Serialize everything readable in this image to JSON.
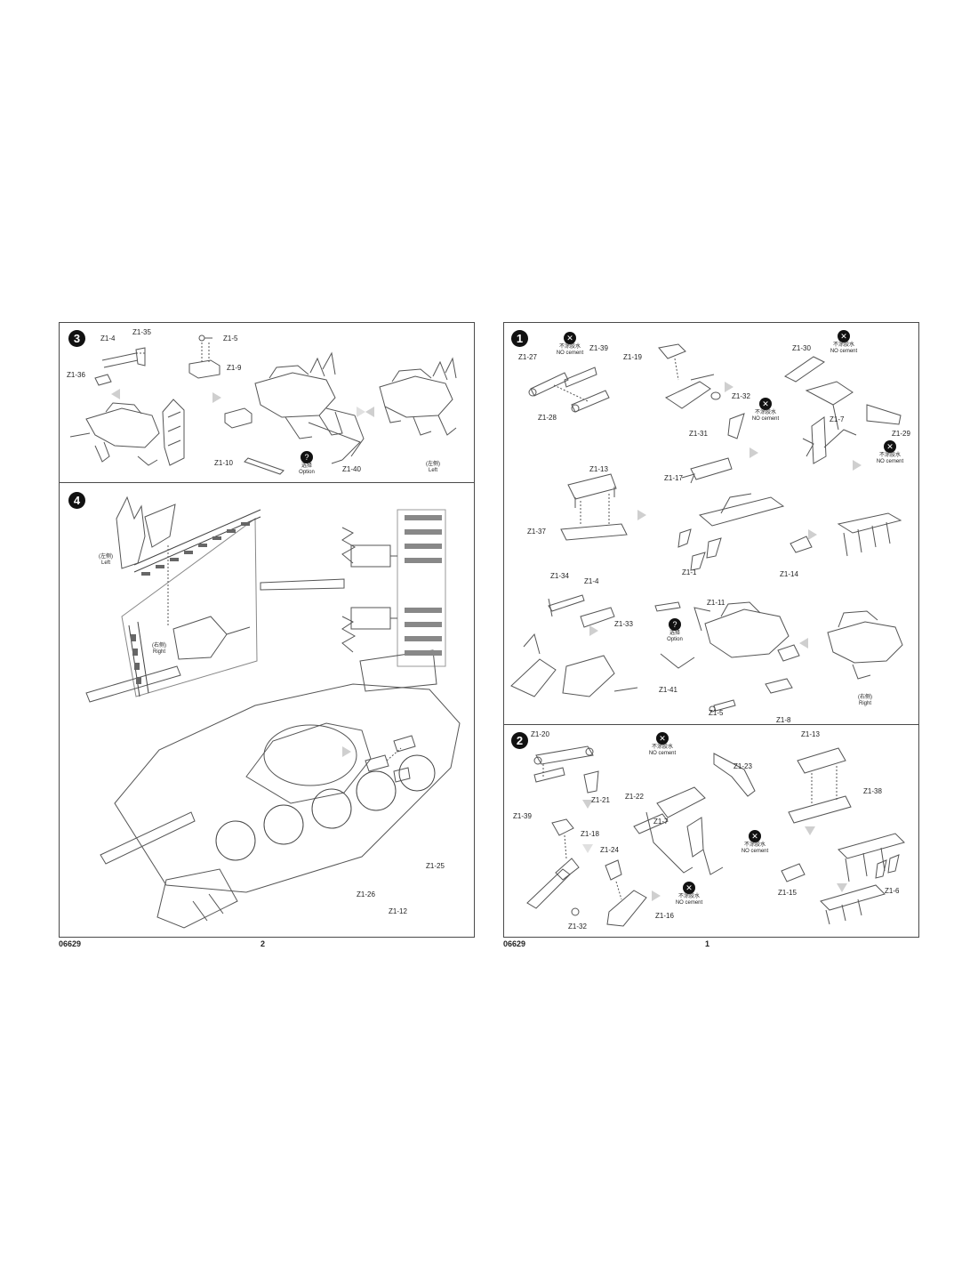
{
  "left_page": {
    "footer": {
      "code": "06629",
      "page_number": "2"
    },
    "step3": {
      "badge": "3",
      "parts": {
        "z1_4": "Z1-4",
        "z1_35": "Z1-35",
        "z1_36": "Z1-36",
        "z1_5": "Z1-5",
        "z1_9": "Z1-9",
        "z1_10": "Z1-10",
        "z1_40": "Z1-40"
      },
      "option": {
        "cn": "选择",
        "en": "Option"
      },
      "left": {
        "cn": "(左侧)",
        "en": "Left"
      }
    },
    "step4": {
      "badge": "4",
      "left": {
        "cn": "(左侧)",
        "en": "Left"
      },
      "right": {
        "cn": "(右侧)",
        "en": "Right"
      },
      "parts": {
        "z1_25": "Z1-25",
        "z1_26": "Z1-26",
        "z1_12": "Z1-12"
      }
    }
  },
  "right_page": {
    "footer": {
      "code": "06629",
      "page_number": "1"
    },
    "step1": {
      "badge": "1",
      "no_cement": {
        "cn": "不涂胶水",
        "en": "NO cement"
      },
      "option": {
        "cn": "选择",
        "en": "Option"
      },
      "right": {
        "cn": "(右侧)",
        "en": "Right"
      },
      "parts": {
        "z1_27": "Z1-27",
        "z1_39": "Z1-39",
        "z1_28": "Z1-28",
        "z1_19": "Z1-19",
        "z1_32": "Z1-32",
        "z1_30": "Z1-30",
        "z1_7": "Z1-7",
        "z1_29": "Z1-29",
        "z1_31": "Z1-31",
        "z1_17": "Z1-17",
        "z1_13": "Z1-13",
        "z1_37": "Z1-37",
        "z1_1": "Z1-1",
        "z1_14": "Z1-14",
        "z1_34": "Z1-34",
        "z1_4": "Z1-4",
        "z1_33": "Z1-33",
        "z1_11": "Z1-11",
        "z1_41": "Z1-41",
        "z1_5": "Z1-5",
        "z1_8": "Z1-8"
      }
    },
    "step2": {
      "badge": "2",
      "no_cement": {
        "cn": "不涂胶水",
        "en": "NO cement"
      },
      "parts": {
        "z1_20": "Z1-20",
        "z1_39": "Z1-39",
        "z1_21": "Z1-21",
        "z1_18": "Z1-18",
        "z1_32": "Z1-32",
        "z1_24": "Z1-24",
        "z1_16": "Z1-16",
        "z1_22": "Z1-22",
        "z1_7": "Z1-7",
        "z1_23": "Z1-23",
        "z1_13": "Z1-13",
        "z1_38": "Z1-38",
        "z1_15": "Z1-15",
        "z1_6": "Z1-6"
      }
    }
  }
}
